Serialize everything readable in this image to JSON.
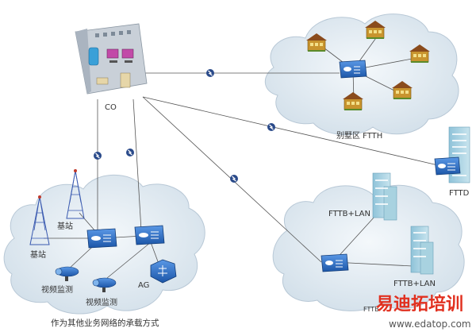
{
  "labels": {
    "co": "CO",
    "villa_ftth": "别墅区 FTTH",
    "fttd": "FTTD",
    "fttb_lan_top": "FTTB+LAN",
    "fttb_lan_bottom": "FTTB+LAN",
    "fttb_small": "FTTB",
    "base_station_1": "基站",
    "base_station_2": "基站",
    "video_monitor_1": "视频监测",
    "video_monitor_2": "视频监测",
    "ag": "AG",
    "caption": "作为其他业务网络的承载方式"
  },
  "watermark": {
    "cn": "易迪拓培训",
    "url": "www.edatop.com"
  },
  "colors": {
    "cloud_fill": "#dfe8f0",
    "device_blue": "#2a6cc7",
    "line": "#555555",
    "watermark_red": "#e1301f"
  }
}
